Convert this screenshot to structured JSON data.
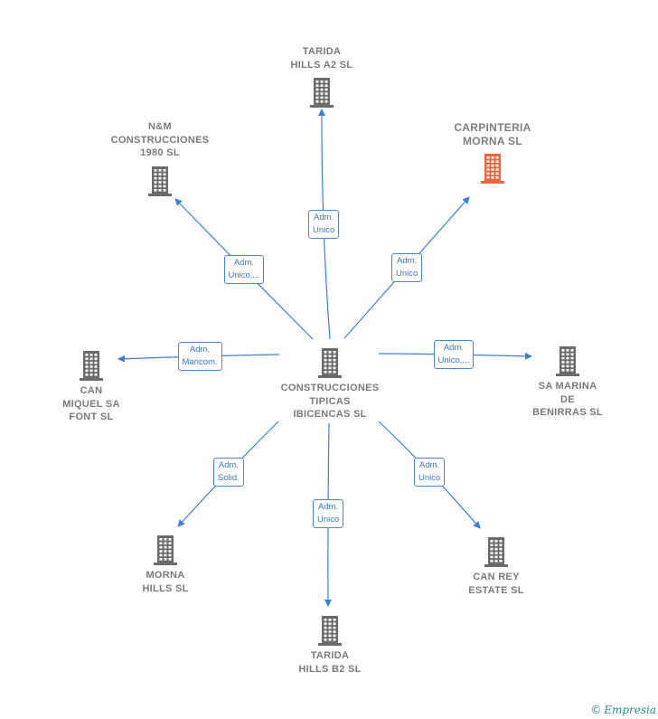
{
  "colors": {
    "edge": "#3b7fd9",
    "node_icon": "#6b6b6b",
    "highlight_icon": "#f2643a",
    "label_text": "#7a7a7a",
    "edge_label_border": "#4a86d8",
    "edge_label_text": "#3b76c8"
  },
  "center": {
    "label": "CONSTRUCCIONES\nTIPICAS\nIBICENCAS SL"
  },
  "nodes": [
    {
      "id": "tarida-a2",
      "label": "TARIDA\nHILLS A2 SL",
      "edge_label": "Adm.\nUnico",
      "highlight": false
    },
    {
      "id": "carpinteria",
      "label": "CARPINTERIA\nMORNA SL",
      "edge_label": "Adm.\nUnico",
      "highlight": true
    },
    {
      "id": "sa-marina",
      "label": "SA MARINA\nDE\nBENIRRAS SL",
      "edge_label": "Adm.\nUnico,...",
      "highlight": false
    },
    {
      "id": "can-rey",
      "label": "CAN REY\nESTATE SL",
      "edge_label": "Adm.\nUnico",
      "highlight": false
    },
    {
      "id": "tarida-b2",
      "label": "TARIDA\nHILLS B2 SL",
      "edge_label": "Adm.\nUnico",
      "highlight": false
    },
    {
      "id": "morna-hills",
      "label": "MORNA\nHILLS SL",
      "edge_label": "Adm.\nSolid.",
      "highlight": false
    },
    {
      "id": "can-miquel",
      "label": "CAN\nMIQUEL SA\nFONT SL",
      "edge_label": "Adm.\nMancom.",
      "highlight": false
    },
    {
      "id": "nm",
      "label": "N&M\nCONSTRUCCIONES\n1980 SL",
      "edge_label": "Adm.\nUnico,...",
      "highlight": false
    }
  ],
  "brand": {
    "copyright": "©",
    "name": "Empresia"
  }
}
